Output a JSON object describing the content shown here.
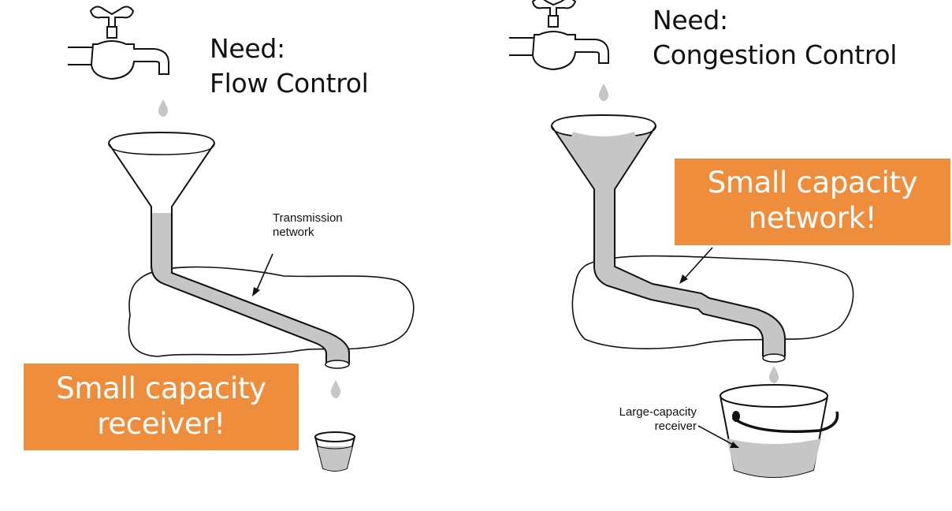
{
  "left_panel": {
    "heading": {
      "line1": "Need:",
      "line2": "Flow Control"
    },
    "network_label": {
      "line1": "Transmission",
      "line2": "network"
    },
    "callout": {
      "line1": "Small capacity",
      "line2": "receiver!"
    }
  },
  "right_panel": {
    "heading": {
      "line1": "Need:",
      "line2": "Congestion Control"
    },
    "callout": {
      "line1": "Small capacity",
      "line2": "network!"
    },
    "receiver_label": {
      "line1": "Large-capacity",
      "line2": "receiver"
    }
  },
  "colors": {
    "accent": "#ee8d3c",
    "fill": "#c6c6c6",
    "ink": "#111111"
  }
}
